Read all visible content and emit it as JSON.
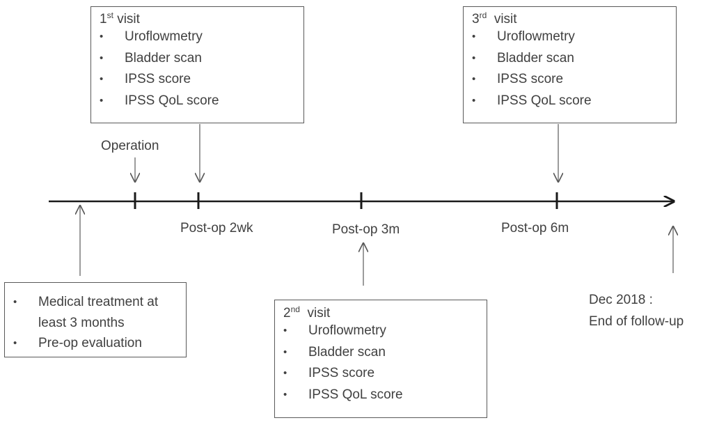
{
  "visit1": {
    "number": "1",
    "suffix": "st",
    "word": "visit",
    "items": [
      "Uroflowmetry",
      "Bladder scan",
      "IPSS score",
      "IPSS QoL score"
    ]
  },
  "visit2": {
    "number": "2",
    "suffix": "nd",
    "word": "visit",
    "items": [
      "Uroflowmetry",
      "Bladder scan",
      "IPSS score",
      "IPSS QoL score"
    ]
  },
  "visit3": {
    "number": "3",
    "suffix": "rd",
    "word": "visit",
    "items": [
      "Uroflowmetry",
      "Bladder scan",
      "IPSS score",
      "IPSS QoL score"
    ]
  },
  "preop": {
    "items": [
      "Medical treatment at least 3 months",
      "Pre-op evaluation"
    ]
  },
  "labels": {
    "operation": "Operation",
    "postop_2wk": "Post-op 2wk",
    "postop_3m": "Post-op 3m",
    "postop_6m": "Post-op 6m",
    "end_line1": "Dec 2018 :",
    "end_line2": "End of follow-up"
  },
  "colors": {
    "timeline": "#1a1a1a",
    "arrow": "#595959",
    "text": "#404040"
  }
}
